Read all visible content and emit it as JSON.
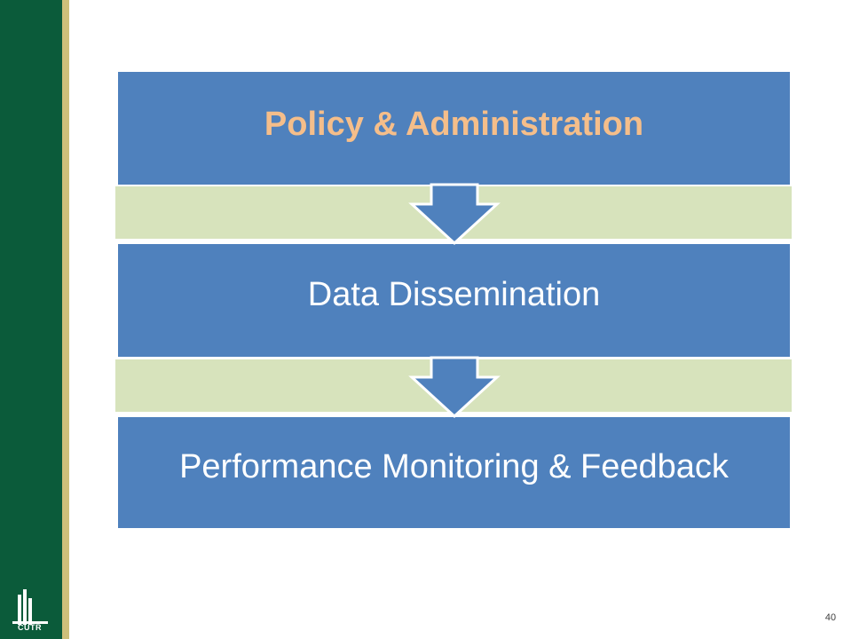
{
  "slide": {
    "page_number": "40",
    "logo_text": "CUTR"
  },
  "diagram": {
    "levels": [
      {
        "label": "Policy & Administration"
      },
      {
        "label": "Data Dissemination"
      },
      {
        "label": "Performance Monitoring & Feedback"
      }
    ]
  },
  "colors": {
    "band_fill": "#4f81bd",
    "connector_fill": "#d7e3bc",
    "title_accent": "#f5be8a",
    "sidebar_green": "#0b5b3a",
    "sidebar_gold": "#cdbf7a"
  }
}
